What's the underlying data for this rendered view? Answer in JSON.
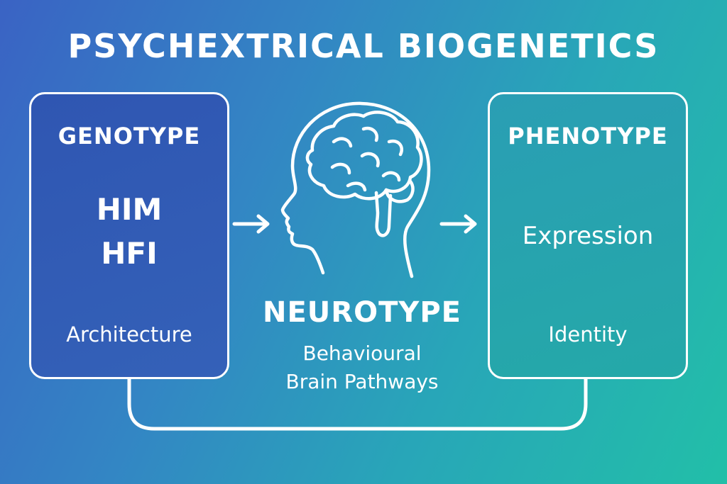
{
  "title": "PSYCHEXTRICAL BIOGENETICS",
  "genotype": {
    "heading": "GENOTYPE",
    "line1": "HIM",
    "line2": "HFI",
    "caption": "Architecture"
  },
  "neurotype": {
    "heading": "NEUROTYPE",
    "line1": "Behavioural",
    "line2": "Brain Pathways"
  },
  "phenotype": {
    "heading": "PHENOTYPE",
    "main": "Expression",
    "caption": "Identity"
  },
  "colors": {
    "gradient_start": "#3a63c4",
    "gradient_end": "#22bfa8",
    "genotype_fill": "#2f56b2",
    "phenotype_fill": "#24a9a8",
    "stroke": "#ffffff"
  }
}
